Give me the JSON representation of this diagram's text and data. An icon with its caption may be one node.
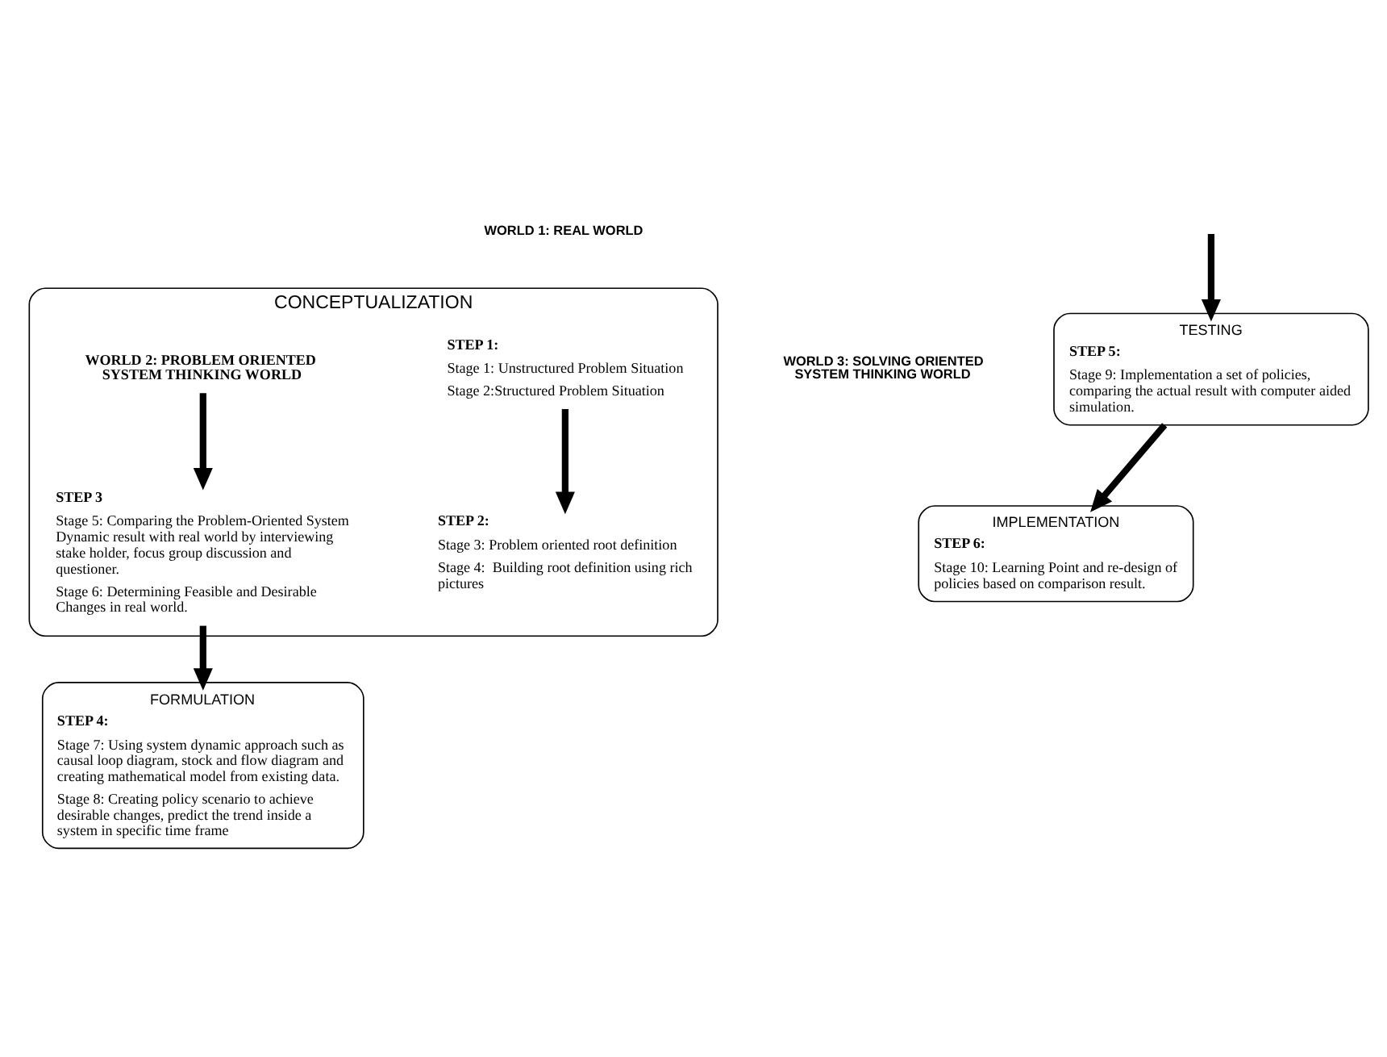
{
  "diagram": {
    "nodes": [
      {
        "text": [
          "CONCEPTUALIZATION"
        ]
      },
      {
        "text": [
          "STEP 1:",
          "Stage 1: Unstructured Problem Situation",
          "Stage 2:Structured Problem Situation"
        ],
        "in": 0
      },
      {
        "text": [
          "STEP 3",
          "Stage 5: Comparing the Problem-Oriented System Dynamic result with real world by interviewing stake holder, focus group discussion and questioner.",
          "Stage 6: Determining Feasible and Desirable Changes in real world."
        ],
        "in": 0
      },
      {
        "text": [
          "WORLD 2: PROBLEM ORIENTED SYSTEM THINKING WORLD"
        ],
        "in": 0
      },
      {
        "text": [
          "STEP 2:",
          "Stage 3: Problem oriented root definition",
          "Stage 4:  Building root definition using rich pictures"
        ],
        "in": 0
      },
      {
        "text": [
          "TESTING",
          "STEP 5:",
          "Stage 9: Implementation a set of policies, comparing the actual result with computer aided simulation."
        ]
      },
      {
        "text": [
          "IMPLEMENTATION",
          "STEP 6:",
          "Stage 10: Learning Point and re-design of policies based on comparison result."
        ]
      },
      {
        "text": [
          "FORMULATION",
          "STEP 4:",
          "Stage 7: Using system dynamic approach such as causal loop diagram, stock and flow diagram and creating mathematical model from existing data.",
          "Stage 8: Creating policy scenario to achieve desirable changes, predict the trend inside a system in specific time frame"
        ]
      }
    ],
    "edges": [
      {
        "from": 1,
        "to": 4,
        "arrow": "to"
      },
      {
        "from": 3,
        "to": 2,
        "arrow": "to"
      },
      {
        "from": 2,
        "to": 7,
        "arrow": "to"
      },
      {
        "from": 5,
        "to": 6,
        "arrow": "to"
      },
      {
        "from": null,
        "to": 5,
        "arrow": "to"
      }
    ],
    "labels": [
      "WORLD 1: REAL WORLD",
      "WORLD 3: SOLVING ORIENTED SYSTEM THINKING WORLD"
    ]
  }
}
